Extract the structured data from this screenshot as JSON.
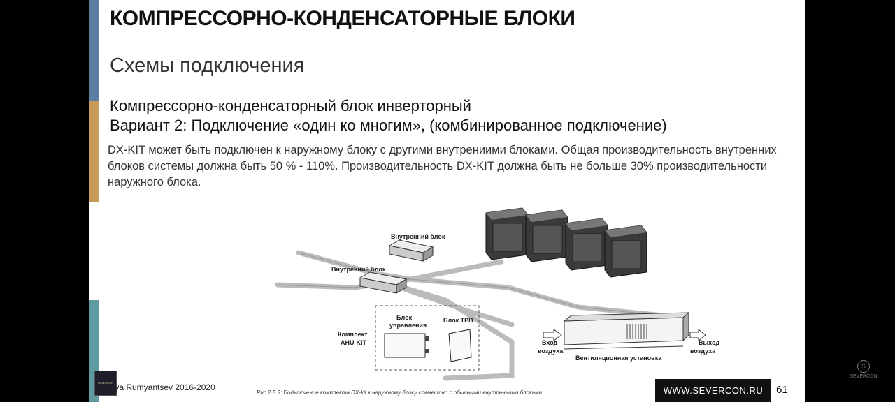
{
  "slide": {
    "title": "КОМПРЕССОРНО-КОНДЕНСАТОРНЫЕ БЛОКИ",
    "subtitle": "Схемы подключения",
    "heading_line1": "Компрессорно-конденсаторный блок инверторный",
    "heading_line2": "Вариант 2: Подключение «один ко многим», (комбинированное подключение)",
    "description": "DX-KIT может быть подключен к  наружному блоку с другими внутрениими блоками. Общая производительность внутренних блоков системы должна быть 50 % - 110%. Производительность DX-KIT должна быть не больше 30% производительности наружного блока.",
    "accent_colors": [
      "#5b7fa3",
      "#c79a5a",
      "#5f9aa0"
    ]
  },
  "diagram": {
    "indoor_unit_1": "Внутренний блок",
    "indoor_unit_2": "Внутренний блок",
    "control_block_line1": "Блок",
    "control_block_line2": "управления",
    "trv_block": "Блок ТРВ",
    "kit_line1": "Комплект",
    "kit_line2": "AHU-KIT",
    "air_in_line1": "Вход",
    "air_in_line2": "воздуха",
    "air_out_line1": "Выход",
    "air_out_line2": "воздуха",
    "ventilation_unit": "Вентиляционная установка",
    "caption": "Рис.2.5.3: Подключение комплекта DX-kit к наружному блоку совместно с обычными внутренними блоками"
  },
  "footer": {
    "logo_text": "SEVERCON",
    "author": "y  Ilya Rumyantsev   2016-2020",
    "website": "WWW.SEVERCON.RU",
    "page_number": "61"
  },
  "watermark": {
    "icon": "S",
    "text": "SEVERCON"
  }
}
